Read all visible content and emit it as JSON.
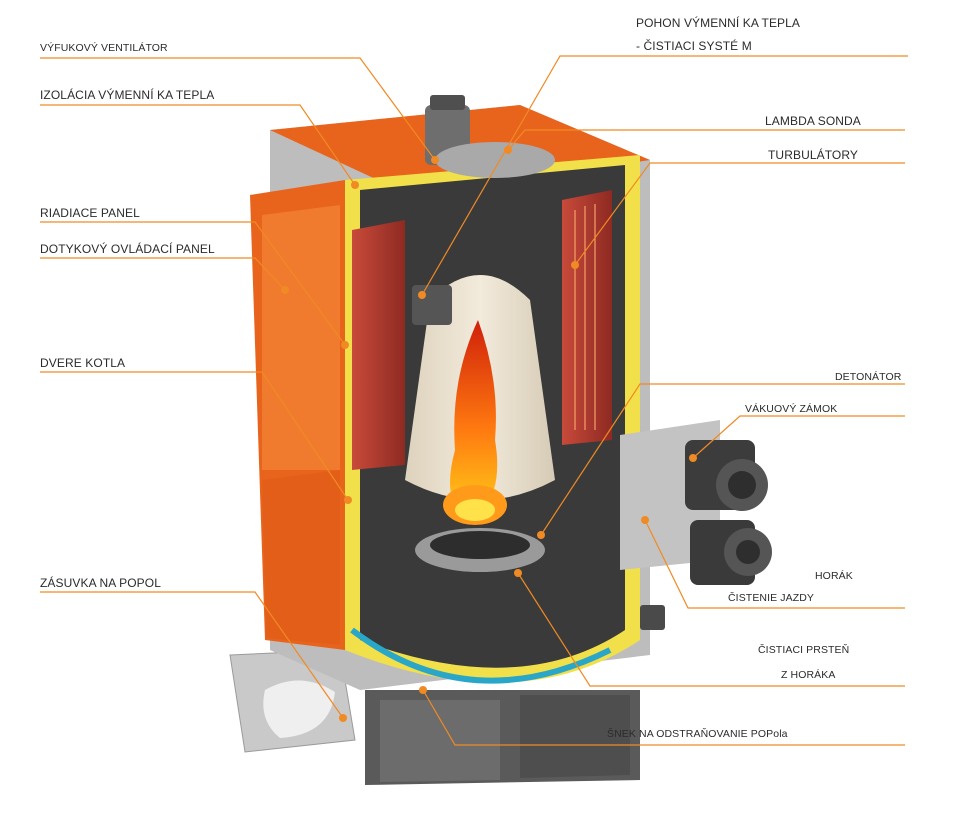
{
  "colors": {
    "accent_line": "#f08a24",
    "boiler_orange": "#e8641c",
    "insulation_yellow": "#f2e04a",
    "casing_grey": "#bcbcbc",
    "label_text": "#2b2b2b"
  },
  "labels": {
    "exhaust_fan": "VÝFUKOVÝ VENTILÁTOR",
    "hx_insulation": "IZOLÁCIA VÝMENNÍ KA TEPLA",
    "control_panel": "RIADIACE PANEL",
    "touch_panel": "DOTYKOVÝ OVLÁDACÍ  PANEL",
    "boiler_door": "DVERE KOTLA",
    "ash_drawer": "ZÁSUVKA NA POPOL",
    "hx_drive_line1": "POHON VÝMENNÍ KA TEPLA",
    "hx_drive_line2": "- ČISTIACI SYSTÉ M",
    "lambda_probe": "LAMBDA SONDA",
    "turbulators": "TURBULÁTORY",
    "detonator": "DETONÁTOR",
    "vacuum_lock": "VÁKUOVÝ ZÁMOK",
    "burner": "HORÁK",
    "bed_cleaning": "ČISTENIE JAZDY",
    "ring_line1": "ČISTIACI PRSTEŇ",
    "ring_line2": "Z HORÁKA",
    "ash_auger": "ŠNEK NA ODSTRAŇOVANIE POPola"
  }
}
